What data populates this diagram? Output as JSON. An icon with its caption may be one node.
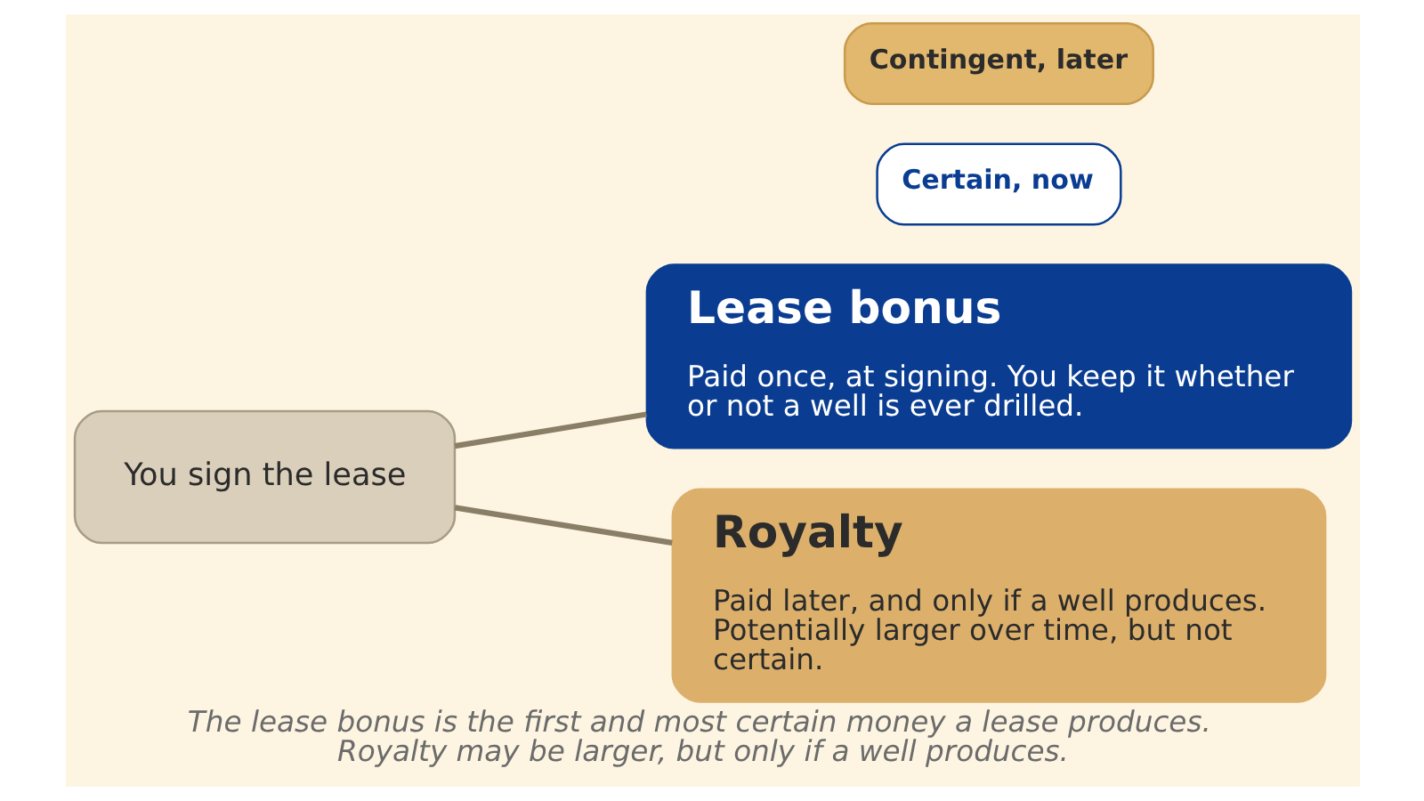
{
  "diagram": {
    "caption": "The lease bonus is the first and most certain money a lease produces. Royalty may be larger, but only if a well produces.",
    "nodes": [
      {
        "text": [
          "You sign the lease"
        ]
      },
      {
        "text": [
          "Certain, now"
        ]
      },
      {
        "text": [
          "Lease bonus",
          "Paid once, at signing. You keep it whether or not a well is ever drilled."
        ]
      },
      {
        "text": [
          "Contingent, later"
        ]
      },
      {
        "text": [
          "Royalty",
          "Paid later, and only if a well produces. Potentially larger over time, but not certain."
        ]
      }
    ],
    "edges": [
      {
        "from": 0,
        "to": 2,
        "arrow": "none"
      },
      {
        "from": 0,
        "to": 4,
        "arrow": "none"
      }
    ]
  }
}
